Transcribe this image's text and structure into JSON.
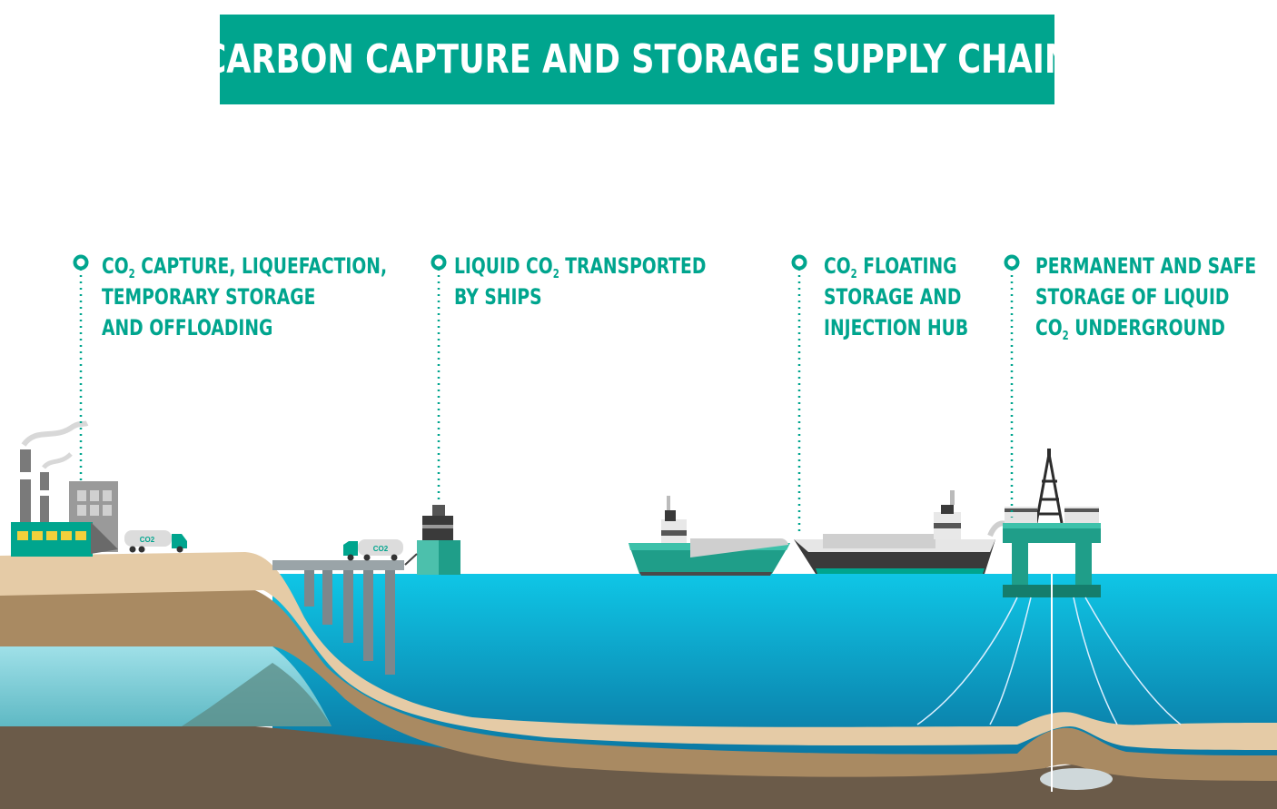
{
  "title": "CARBON CAPTURE AND STORAGE SUPPLY CHAIN",
  "steps": [
    {
      "line1": "CO",
      "sub": "2",
      "line1_rest": " CAPTURE, LIQUEFACTION,",
      "line2": "TEMPORARY STORAGE",
      "line3": "AND OFFLOADING"
    },
    {
      "line1": "LIQUID CO",
      "sub": "2",
      "line1_rest": " TRANSPORTED",
      "line2": "BY SHIPS"
    },
    {
      "line1": "CO",
      "sub": "2",
      "line1_rest": " FLOATING",
      "line2": "STORAGE AND",
      "line3": "INJECTION HUB"
    },
    {
      "line1": "PERMANENT AND SAFE",
      "line2": "STORAGE OF LIQUID",
      "line3_pre": "CO",
      "sub": "2",
      "line3_rest": " UNDERGROUND"
    }
  ],
  "truck_labels": [
    "CO2",
    "CO2"
  ],
  "colors": {
    "accent": "#00a58e",
    "sea": "#12b9d8",
    "sea_deep": "#0d7fa8",
    "sand": "#e5cba6",
    "soil": "#a98a62",
    "bedrock": "#6b5b49",
    "reservoir": "#8fd3dc"
  }
}
